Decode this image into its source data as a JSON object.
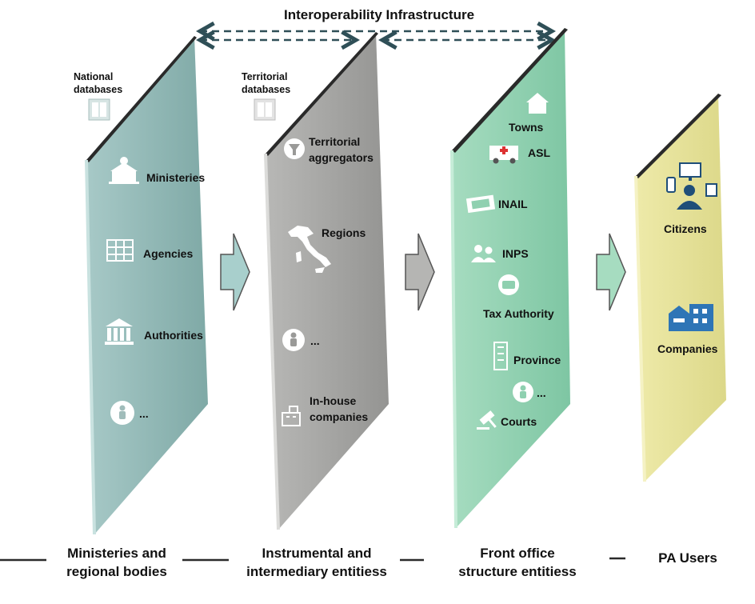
{
  "title": "Interoperability Infrastructure",
  "panels": {
    "national": {
      "db_label": [
        "National",
        "databases"
      ],
      "items": [
        "Ministeries",
        "Agencies",
        "Authorities",
        "..."
      ],
      "color": "#8fb8b6"
    },
    "territorial": {
      "db_label": [
        "Territorial",
        "databases"
      ],
      "items": [
        [
          "Territorial",
          "aggregators"
        ],
        "Regions",
        "...",
        [
          "In-house",
          "companies"
        ]
      ],
      "color": "#a3a3a1"
    },
    "front": {
      "items": [
        "Towns",
        "ASL",
        "INAIL",
        "INPS",
        "Tax Authority",
        "Province",
        "...",
        "Courts"
      ],
      "color": "#8fd0b0"
    },
    "users": {
      "items": [
        "Citizens",
        "Companies"
      ],
      "color": "#e6e29a"
    }
  },
  "footer": [
    [
      "Ministeries and",
      "regional bodies"
    ],
    [
      "Instrumental and",
      "intermediary entitiess"
    ],
    [
      "Front office",
      "structure entitiess"
    ],
    [
      "PA Users"
    ]
  ],
  "icons": [
    "building-icon",
    "office-icon",
    "bank-icon",
    "person-icon",
    "filter-icon",
    "italy-map-icon",
    "house-icon",
    "ambulance-icon",
    "money-icon",
    "people-icon",
    "coin-icon",
    "tower-icon",
    "gavel-icon",
    "devices-icon",
    "factory-icon",
    "database-icon",
    "arrow-right-icon"
  ]
}
